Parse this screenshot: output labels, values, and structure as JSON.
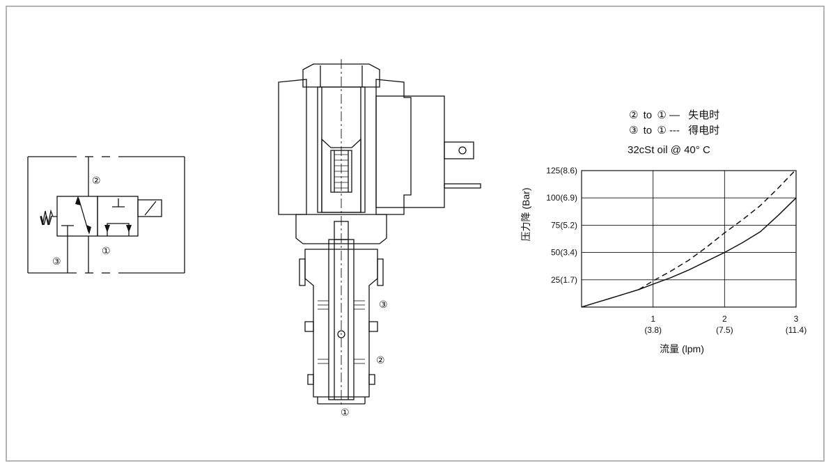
{
  "symbol": {
    "port2": "②",
    "port3": "③",
    "port1": "①",
    "spring": "W"
  },
  "section": {
    "port3": "③",
    "port2": "②",
    "port1": "①"
  },
  "chart_data": {
    "type": "line",
    "legend": [
      {
        "port_a": "②",
        "to_word": "to",
        "port_b": "①",
        "dash": "—",
        "state": "失电时"
      },
      {
        "port_a": "③",
        "to_word": "to",
        "port_b": "①",
        "dash": "---",
        "state": "得电时"
      }
    ],
    "condition": "32cSt oil @ 40°  C",
    "ylabel": "压力降 (Bar)",
    "xlabel": "流量 (lpm)",
    "xlim": [
      0,
      3
    ],
    "ylim": [
      0,
      125
    ],
    "grid": true,
    "y_ticks": [
      {
        "value": 25,
        "label": "25(1.7)"
      },
      {
        "value": 50,
        "label": "50(3.4)"
      },
      {
        "value": 75,
        "label": "75(5.2)"
      },
      {
        "value": 100,
        "label": "100(6.9)"
      },
      {
        "value": 125,
        "label": "125(8.6)"
      }
    ],
    "x_ticks": [
      {
        "value": 1,
        "label": "1",
        "sublabel": "(3.8)"
      },
      {
        "value": 2,
        "label": "2",
        "sublabel": "(7.5)"
      },
      {
        "value": 3,
        "label": "3",
        "sublabel": "(11.4)"
      }
    ],
    "series": [
      {
        "style": "solid",
        "x": [
          0,
          0.2,
          0.4,
          0.6,
          0.8,
          1.0,
          1.25,
          1.5,
          1.75,
          2.0,
          2.25,
          2.5,
          2.75,
          3.0
        ],
        "y": [
          0,
          4,
          8,
          12,
          16,
          21,
          27,
          34,
          42,
          50,
          59,
          69,
          84,
          100
        ]
      },
      {
        "style": "dashed",
        "x": [
          0.8,
          1.0,
          1.25,
          1.5,
          1.75,
          2.0,
          2.25,
          2.5,
          2.75,
          3.0
        ],
        "y": [
          16,
          24,
          33,
          43,
          55,
          68,
          80,
          93,
          109,
          126
        ]
      }
    ]
  }
}
